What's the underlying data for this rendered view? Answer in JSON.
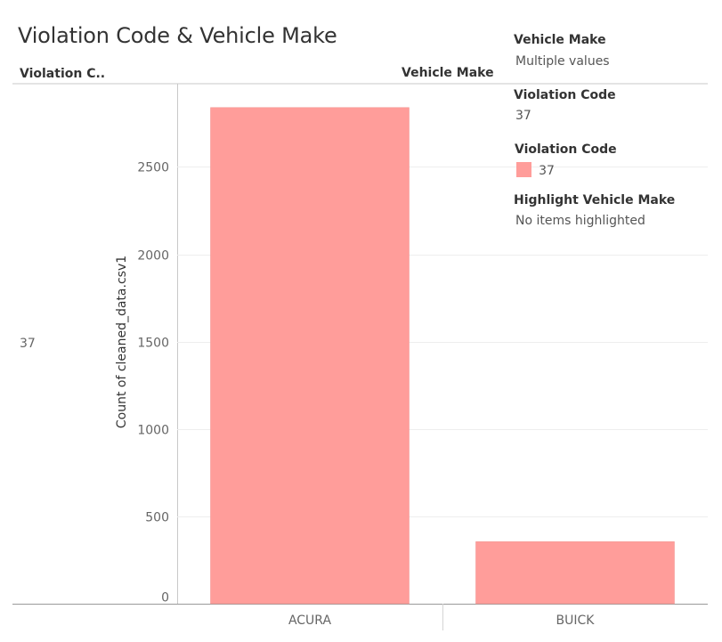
{
  "title": "Violation Code & Vehicle Make",
  "headers": {
    "row": "Violation C..",
    "column": "Vehicle Make"
  },
  "row_value": "37",
  "filters": {
    "vehicle_make": {
      "label": "Vehicle Make",
      "value": "Multiple values"
    },
    "violation_code": {
      "label": "Violation Code",
      "value": "37"
    },
    "color_legend": {
      "label": "Violation Code",
      "items": [
        {
          "label": "37",
          "color": "#ff9d9a"
        }
      ]
    },
    "highlight": {
      "label": "Highlight Vehicle Make",
      "value": "No items highlighted"
    }
  },
  "chart_data": {
    "type": "bar",
    "categories": [
      "ACURA",
      "BUICK"
    ],
    "series": [
      {
        "name": "37",
        "values": [
          2840,
          355
        ],
        "color": "#ff9d9a"
      }
    ],
    "xlabel": "Vehicle Make",
    "ylabel": "Count of cleaned_data.csv1",
    "ylim": [
      0,
      2900
    ],
    "yticks": [
      0,
      500,
      1000,
      1500,
      2000,
      2500
    ],
    "grid": true
  }
}
